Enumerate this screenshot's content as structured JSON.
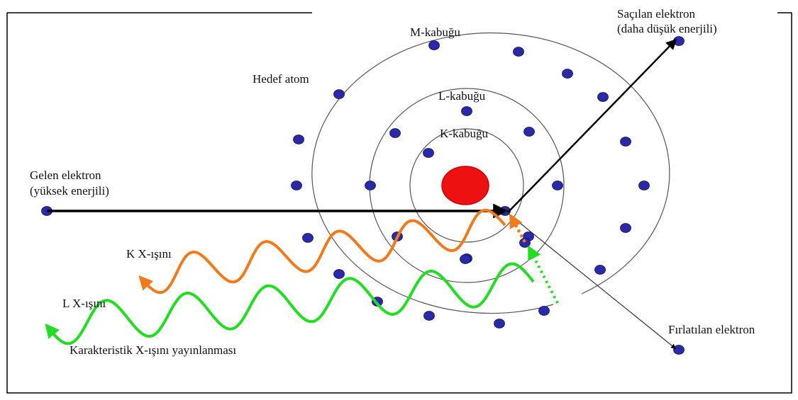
{
  "labels": {
    "m_shell": "M-kabuğu",
    "l_shell": "L-kabuğu",
    "k_shell": "K-kabuğu",
    "target_atom": "Hedef atom",
    "incoming_line1": "Gelen elektron",
    "incoming_line2": "(yüksek enerjili)",
    "scattered_line1": "Saçılan elektron",
    "scattered_line2": "(daha düşük enerjili)",
    "ejected": "Fırlatılan elektron",
    "k_xray": "K X-ışını",
    "l_xray": "L X-ışını",
    "caption": "Karakteristik X-ışını yayınlanması"
  },
  "colors": {
    "nucleus": "#ee1111",
    "electron": "#2a2aa8",
    "shell": "#555555",
    "k_xray": "#f07a1c",
    "l_xray": "#22dd22",
    "arrow": "#000000",
    "frame": "#000000"
  },
  "electron_counts": {
    "k_shell": 2,
    "l_shell": 8,
    "m_shell": 18
  }
}
